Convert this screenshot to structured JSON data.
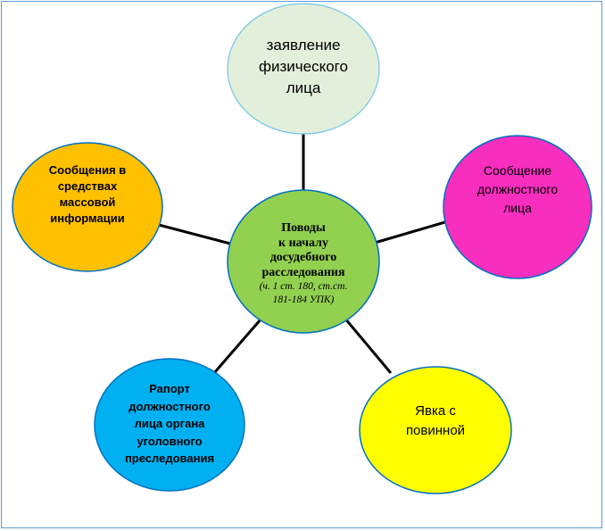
{
  "diagram": {
    "center": {
      "title_lines": [
        "Поводы",
        "к началу",
        "досудебного",
        "расследования"
      ],
      "note_lines": [
        "(ч. 1 ст. 180, ст.ст.",
        "181-184 УПК)"
      ],
      "fill": "#92d050"
    },
    "nodes": [
      {
        "id": "top",
        "lines": [
          "заявление",
          "физического",
          "лица"
        ],
        "fill": "#e2efda",
        "stroke": "#74c7e6"
      },
      {
        "id": "right",
        "lines": [
          "Сообщение",
          "должностного",
          "лица"
        ],
        "fill": "#f72ebe",
        "stroke": "#0070c0"
      },
      {
        "id": "bottom-right",
        "lines": [
          "Явка с",
          "повинной"
        ],
        "fill": "#ffff00",
        "stroke": "#0070c0"
      },
      {
        "id": "bottom-left",
        "lines": [
          "Рапорт",
          "должностного",
          "лица органа",
          "уголовного",
          "преследования"
        ],
        "fill": "#00b0f0",
        "stroke": "#0070c0"
      },
      {
        "id": "left",
        "lines": [
          "Сообщения в",
          "средствах",
          "массовой",
          "информации"
        ],
        "fill": "#ffc000",
        "stroke": "#0070c0"
      }
    ]
  }
}
